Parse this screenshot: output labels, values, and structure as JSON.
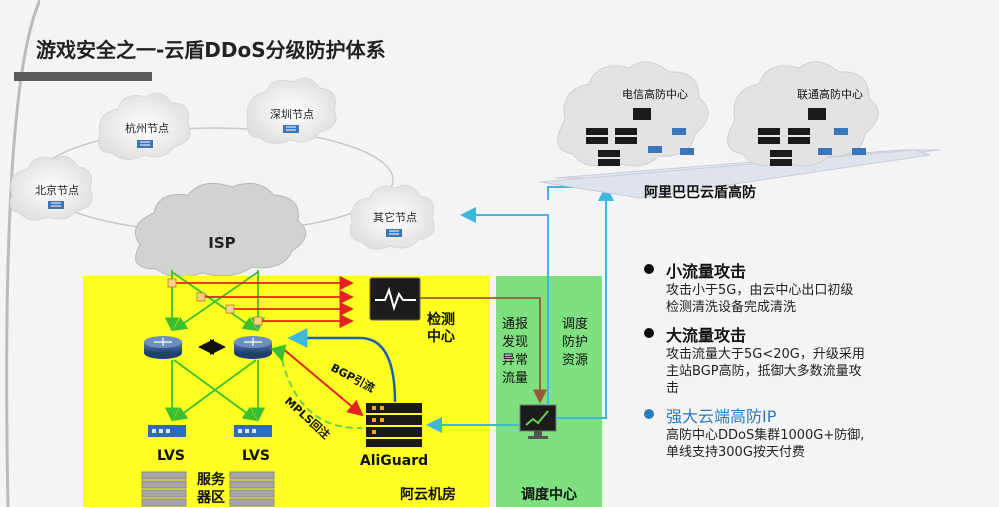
{
  "slide": {
    "title": "游戏安全之一-云盾DDoS分级防护体系"
  },
  "nodes": {
    "hangzhou": "杭州节点",
    "shenzhen": "深圳节点",
    "beijing": "北京节点",
    "other": "其它节点",
    "isp": "ISP"
  },
  "high_defense": {
    "telecom": "电信高防中心",
    "unicom": "联通高防中心",
    "platform": "阿里巴巴云盾高防"
  },
  "datacenter": {
    "detect": "检测中心",
    "detect_l1": "检测",
    "detect_l2": "中心",
    "bgp": "BGP引流",
    "mpls": "MPLS回注",
    "aliguard": "AliGuard",
    "lvs1": "LVS",
    "lvs2": "LVS",
    "server_l1": "服务",
    "server_l2": "器区",
    "room": "阿云机房"
  },
  "dispatch": {
    "report_lines": [
      "通报",
      "发现",
      "异常",
      "流量"
    ],
    "resource_lines": [
      "调度",
      "防护",
      "资源"
    ],
    "center": "调度中心"
  },
  "bullets": [
    {
      "title": "小流量攻击",
      "lines": [
        "攻击小于5G，由云中心出口初级",
        "检测清洗设备完成清洗"
      ],
      "color": "#111111"
    },
    {
      "title": "大流量攻击",
      "lines": [
        "攻击流量大于5G<20G，升级采用",
        "主站BGP高防，抵御大多数流量攻",
        "击"
      ],
      "color": "#111111"
    },
    {
      "title": "强大云端高防IP",
      "lines": [
        "高防中心DDoS集群1000G+防御,",
        "单线支持300G按天付费"
      ],
      "color": "#2b7bbf"
    }
  ],
  "colors": {
    "yellow_zone": "#ffff22",
    "green_zone": "#7fe07f",
    "green_line": "#3bbf2f",
    "red_line": "#e32222",
    "blue_line": "#3cb8e0",
    "brown_line": "#9a5a3a",
    "accent_blue": "#2b7bbf"
  }
}
